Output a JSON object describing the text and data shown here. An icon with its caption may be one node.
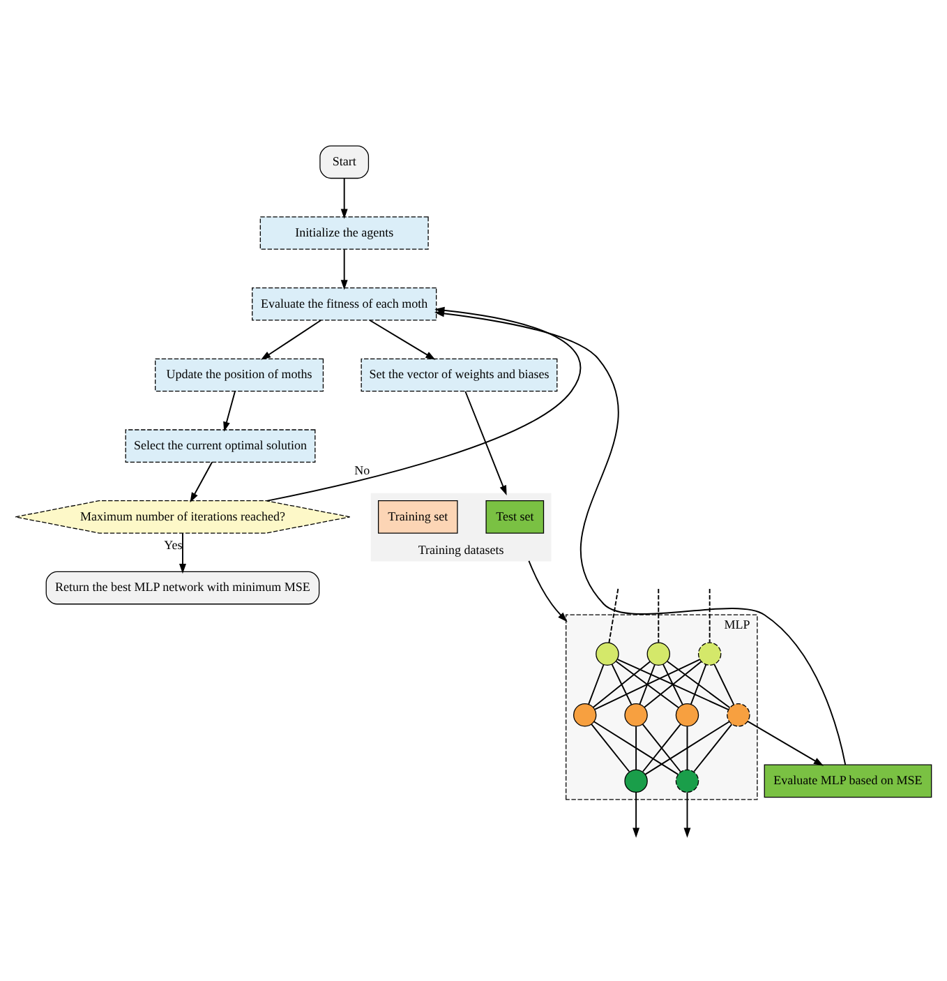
{
  "diagram": {
    "nodes": [
      {
        "text": [
          "Start"
        ]
      },
      {
        "text": [
          "Initialize the agents"
        ]
      },
      {
        "text": [
          "Evaluate the fitness of each moth"
        ]
      },
      {
        "text": [
          "Update the position of moths"
        ]
      },
      {
        "text": [
          "Select the current optimal solution"
        ]
      },
      {
        "text": [
          "Maximum number of iterations reached?"
        ]
      },
      {
        "text": [
          "Return the best MLP network with minimum MSE"
        ]
      },
      {
        "text": [
          "Evaluate MLP based on MSE"
        ]
      },
      {
        "text": [
          "Set the vector of weights and biases"
        ]
      },
      {
        "text": [
          "Training datasets"
        ]
      },
      {
        "text": [
          "Test set"
        ],
        "in": 9
      },
      {
        "text": [
          "Training set"
        ],
        "in": 9
      },
      {
        "text": [
          "MLP"
        ]
      },
      {
        "text": [],
        "shape": "circle",
        "in": 12
      },
      {
        "text": [],
        "shape": "circle",
        "in": 12
      },
      {
        "text": [],
        "shape": "circle",
        "in": 12
      },
      {
        "text": [],
        "shape": "circle",
        "in": 12
      },
      {
        "text": [],
        "shape": "circle",
        "in": 12
      },
      {
        "text": [],
        "shape": "circle",
        "in": 12
      },
      {
        "text": [],
        "shape": "circle",
        "in": 12
      },
      {
        "text": [],
        "shape": "circle",
        "in": 12
      },
      {
        "text": [],
        "shape": "circle",
        "in": 12
      }
    ],
    "edges": [
      {
        "from": 0,
        "to": 1,
        "arrow": "to"
      },
      {
        "from": 1,
        "to": 2,
        "arrow": "to"
      },
      {
        "from": 2,
        "to": 3,
        "arrow": "to"
      },
      {
        "from": 3,
        "to": 4,
        "arrow": "to"
      },
      {
        "from": 4,
        "to": 5,
        "arrow": "to"
      },
      {
        "from": 5,
        "to": 6,
        "label": "Yes",
        "arrow": "to"
      },
      {
        "from": 5,
        "to": 2,
        "label": "No",
        "arrow": "to"
      },
      {
        "from": 2,
        "to": 8,
        "arrow": "to"
      },
      {
        "from": 8,
        "to": 9,
        "arrow": "to"
      },
      {
        "from": 9,
        "to": 12,
        "arrow": "to"
      },
      {
        "from": 19,
        "to": 7,
        "arrow": "to"
      },
      {
        "from": 7,
        "to": 2,
        "arrow": "to"
      },
      {
        "from": null,
        "to": 13,
        "arrow": "none",
        "style": "dashed"
      },
      {
        "from": null,
        "to": 14,
        "arrow": "none",
        "style": "dashed"
      },
      {
        "from": null,
        "to": 15,
        "arrow": "none",
        "style": "dashed"
      },
      {
        "from": 13,
        "to": 16,
        "arrow": "none"
      },
      {
        "from": 13,
        "to": 17,
        "arrow": "none"
      },
      {
        "from": 13,
        "to": 18,
        "arrow": "none"
      },
      {
        "from": 13,
        "to": 19,
        "arrow": "none"
      },
      {
        "from": 14,
        "to": 16,
        "arrow": "none"
      },
      {
        "from": 14,
        "to": 17,
        "arrow": "none"
      },
      {
        "from": 14,
        "to": 18,
        "arrow": "none"
      },
      {
        "from": 14,
        "to": 19,
        "arrow": "none"
      },
      {
        "from": 15,
        "to": 16,
        "arrow": "none"
      },
      {
        "from": 15,
        "to": 17,
        "arrow": "none"
      },
      {
        "from": 15,
        "to": 18,
        "arrow": "none"
      },
      {
        "from": 15,
        "to": 19,
        "arrow": "none"
      },
      {
        "from": 16,
        "to": 20,
        "arrow": "none"
      },
      {
        "from": 16,
        "to": 21,
        "arrow": "none"
      },
      {
        "from": 17,
        "to": 20,
        "arrow": "none"
      },
      {
        "from": 17,
        "to": 21,
        "arrow": "none"
      },
      {
        "from": 18,
        "to": 20,
        "arrow": "none"
      },
      {
        "from": 18,
        "to": 21,
        "arrow": "none"
      },
      {
        "from": 19,
        "to": 20,
        "arrow": "none"
      },
      {
        "from": 19,
        "to": 21,
        "arrow": "none"
      },
      {
        "from": 20,
        "to": null,
        "arrow": "to"
      },
      {
        "from": 21,
        "to": null,
        "arrow": "to"
      }
    ]
  }
}
